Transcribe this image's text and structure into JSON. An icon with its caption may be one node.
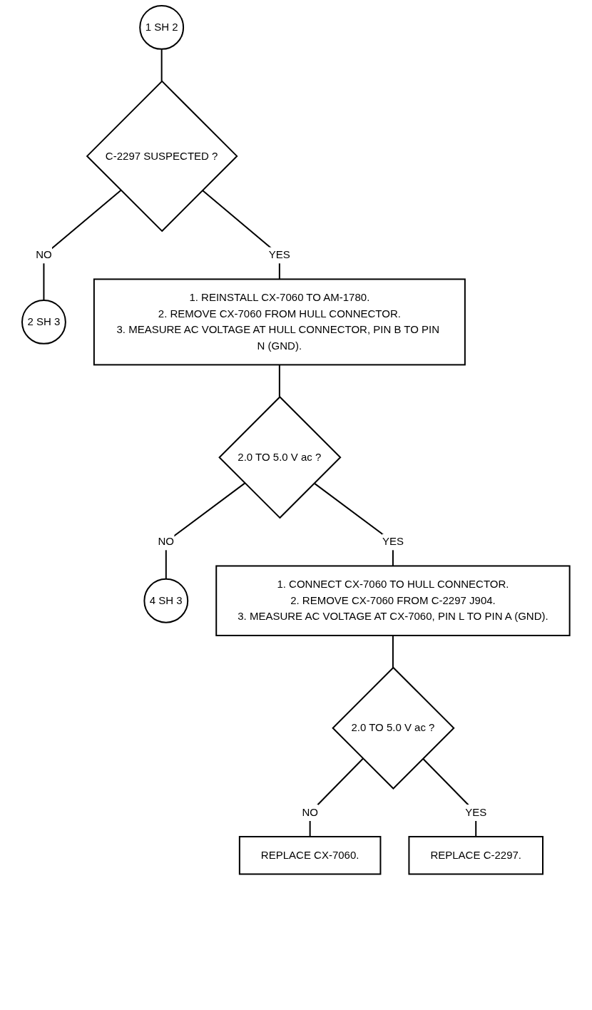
{
  "diagram": {
    "nodes": [
      {
        "text": [
          "1 SH 2"
        ]
      },
      {
        "text": [
          "C-2297 SUSPECTED ?"
        ]
      },
      {
        "text": [
          "2 SH 3"
        ]
      },
      {
        "text": [
          "1. REINSTALL CX-7060 TO AM-1780.",
          "2. REMOVE CX-7060 FROM HULL CONNECTOR.",
          "3. MEASURE AC VOLTAGE AT HULL CONNECTOR, PIN B TO PIN N (GND)."
        ]
      },
      {
        "text": [
          "2.0 TO 5.0 V ac ?"
        ]
      },
      {
        "text": [
          "4 SH 3"
        ]
      },
      {
        "text": [
          "1. CONNECT CX-7060 TO HULL CONNECTOR.",
          "2. REMOVE CX-7060 FROM C-2297 J904.",
          "3. MEASURE AC VOLTAGE AT CX-7060, PIN L TO PIN A (GND)."
        ]
      },
      {
        "text": [
          "2.0 TO 5.0 V ac ?"
        ]
      },
      {
        "text": [
          "REPLACE CX-7060."
        ]
      },
      {
        "text": [
          "REPLACE C-2297."
        ]
      }
    ],
    "edges": [
      {
        "from": 0,
        "to": 1,
        "arrow": "none"
      },
      {
        "from": 1,
        "to": 2,
        "arrow": "none",
        "label": "NO"
      },
      {
        "from": 1,
        "to": 3,
        "arrow": "none",
        "label": "YES"
      },
      {
        "from": 3,
        "to": 4,
        "arrow": "none"
      },
      {
        "from": 4,
        "to": 5,
        "arrow": "none",
        "label": "NO"
      },
      {
        "from": 4,
        "to": 6,
        "arrow": "none",
        "label": "YES"
      },
      {
        "from": 6,
        "to": 7,
        "arrow": "none"
      },
      {
        "from": 7,
        "to": 8,
        "arrow": "none",
        "label": "NO"
      },
      {
        "from": 7,
        "to": 9,
        "arrow": "none",
        "label": "YES"
      }
    ]
  }
}
